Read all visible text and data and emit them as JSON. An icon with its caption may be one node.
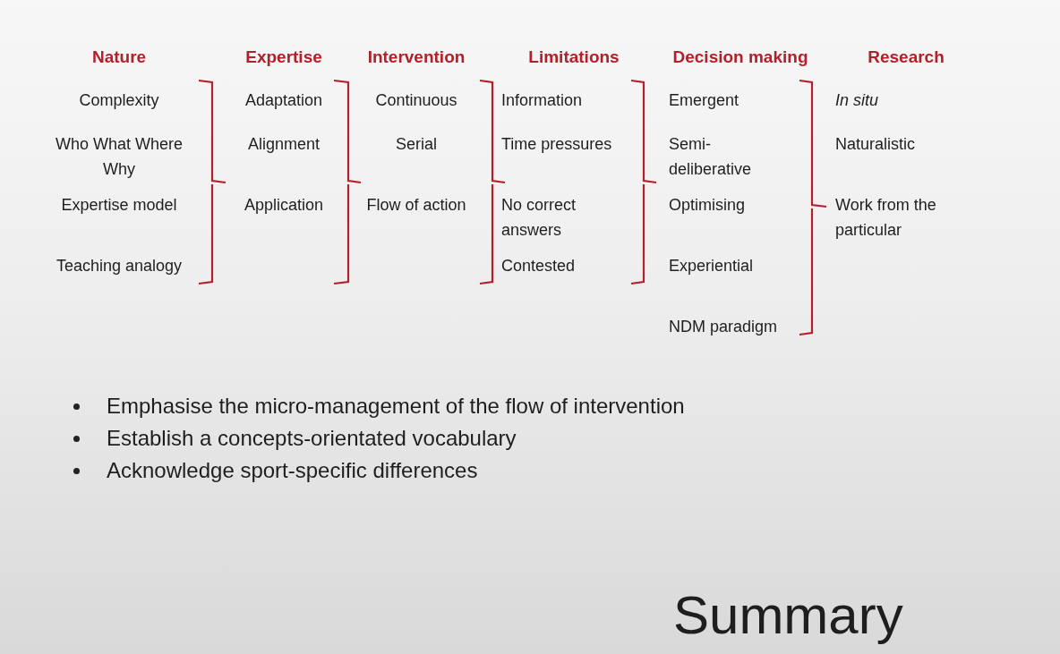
{
  "diagram": {
    "title": "Summary",
    "labels": [
      "Nature",
      "Complexity",
      "Who What Where Why",
      "Expertise model",
      "Teaching analogy",
      "Expertise",
      "Adaptation",
      "Alignment",
      "Application",
      "Intervention",
      "Continuous",
      "Serial",
      "Flow of action",
      "Limitations",
      "Information",
      "Time pressures",
      "No correct answers",
      "Contested",
      "Decision making",
      "Emergent",
      "Semi-deliberative",
      "Optimising",
      "Experiential",
      "NDM paradigm",
      "Research",
      "In situ",
      "Naturalistic",
      "Work from the particular",
      "Emphasise the micro-management of the flow of intervention",
      "Establish a concepts-orientated vocabulary",
      "Acknowledge sport-specific differences"
    ]
  }
}
